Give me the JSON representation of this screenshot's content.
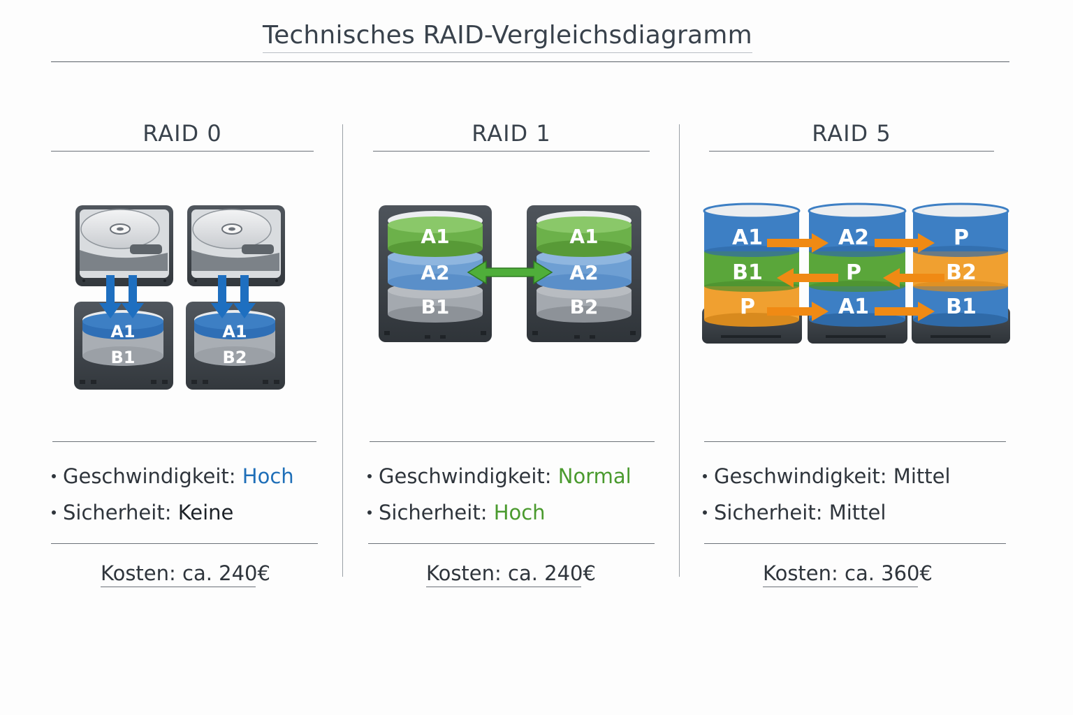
{
  "title": "Technisches RAID-Vergleichsdiagramm",
  "columns": [
    {
      "heading": "RAID 0",
      "disks": [
        {
          "platters": [
            "A1",
            "B1"
          ]
        },
        {
          "platters": [
            "A1",
            "B2"
          ]
        }
      ],
      "speed_label": "Geschwindigkeit:",
      "speed_value": "Hoch",
      "speed_color": "#1f6fb8",
      "security_label": "Sicherheit:",
      "security_value": "Keine",
      "security_color": "#1c2127",
      "cost": "Kosten: ca. 240€"
    },
    {
      "heading": "RAID 1",
      "disks": [
        {
          "platters": [
            "A1",
            "A2",
            "B1"
          ]
        },
        {
          "platters": [
            "A1",
            "A2",
            "B2"
          ]
        }
      ],
      "speed_label": "Geschwindigkeit:",
      "speed_value": "Normal",
      "speed_color": "#4a9a2e",
      "security_label": "Sicherheit:",
      "security_value": "Hoch",
      "security_color": "#4a9a2e",
      "cost": "Kosten: ca. 240€"
    },
    {
      "heading": "RAID 5",
      "disks": [
        {
          "platters": [
            "A1",
            "B1",
            "P"
          ]
        },
        {
          "platters": [
            "A2",
            "P",
            "A1"
          ]
        },
        {
          "platters": [
            "P",
            "B2",
            "B1"
          ]
        }
      ],
      "speed_label": "Geschwindigkeit:",
      "speed_value": "Mittel",
      "speed_color": "#2f353c",
      "security_label": "Sicherheit:",
      "security_value": "Mittel",
      "security_color": "#2f353c",
      "cost": "Kosten: ca. 360€"
    }
  ],
  "colors": {
    "blue": "#3d7fc4",
    "green": "#5aa63a",
    "orange": "#f0a030",
    "gray": "#a9aeb4",
    "drive_body": "#3c4147"
  }
}
